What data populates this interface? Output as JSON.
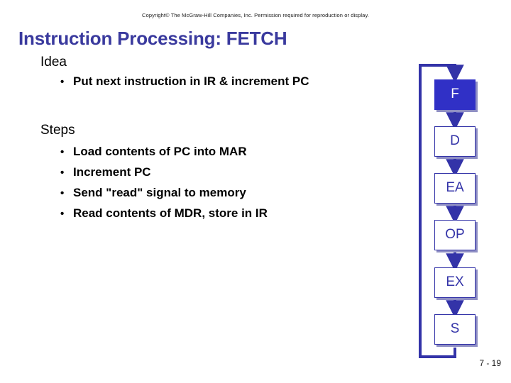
{
  "slide": {
    "copyright": "Copyright© The McGraw-Hill Companies, Inc. Permission required for reproduction or display.",
    "title": "Instruction Processing: FETCH",
    "page_number": "7 - 19"
  },
  "content": {
    "sections": [
      {
        "heading": "Idea",
        "bullets": [
          "Put next instruction in IR & increment PC"
        ]
      },
      {
        "heading": "Steps",
        "bullets": [
          "Load contents of PC into MAR",
          "Increment PC",
          "Send \"read\" signal to memory",
          "Read contents of MDR, store in IR"
        ]
      }
    ],
    "bullet_glyph": "•"
  },
  "flowchart": {
    "stages": [
      {
        "label": "F",
        "active": true
      },
      {
        "label": "D",
        "active": false
      },
      {
        "label": "EA",
        "active": false
      },
      {
        "label": "OP",
        "active": false
      },
      {
        "label": "EX",
        "active": false
      },
      {
        "label": "S",
        "active": false
      }
    ],
    "loop_label": "",
    "colors": {
      "accent": "#3333a8",
      "active_fill": "#3030c6",
      "active_text": "#ffffff",
      "box_fill": "#ffffff",
      "shadow": "#8f8fc4"
    }
  },
  "theme": {
    "title_color": "#3a3a9e",
    "text_color": "#000000",
    "background": "#ffffff"
  }
}
